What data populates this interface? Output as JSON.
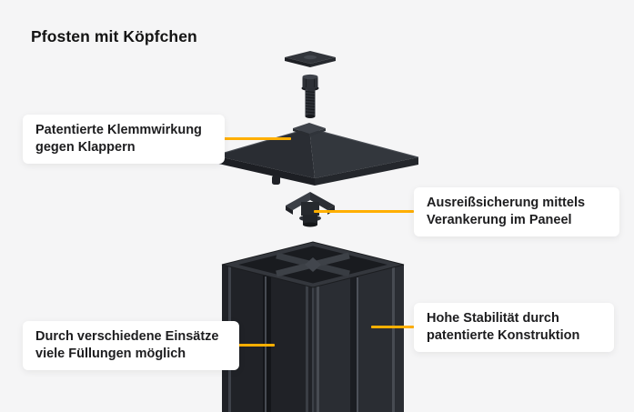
{
  "page": {
    "title": "Pfosten mit Köpfchen"
  },
  "callouts": [
    {
      "text": "Patentierte Klemmwirkung gegen Klappern"
    },
    {
      "text": "Ausreißsicherung mittels Verankerung im Paneel"
    },
    {
      "text": "Hohe Stabilität durch patentierte Konstruktion"
    },
    {
      "text": "Durch verschiedene Einsätze viele Füllungen möglich"
    }
  ],
  "diagram": {
    "parts": [
      {
        "name": "cap-cover-plate"
      },
      {
        "name": "fixing-screw"
      },
      {
        "name": "post-cap"
      },
      {
        "name": "anchor-insert"
      },
      {
        "name": "post-profile"
      }
    ]
  },
  "colors": {
    "background": "#f5f5f6",
    "accent": "#ffaf00",
    "callout_background": "#ffffff",
    "callout_text": "#1d1d1f",
    "illustration_dark": "#26282d"
  }
}
